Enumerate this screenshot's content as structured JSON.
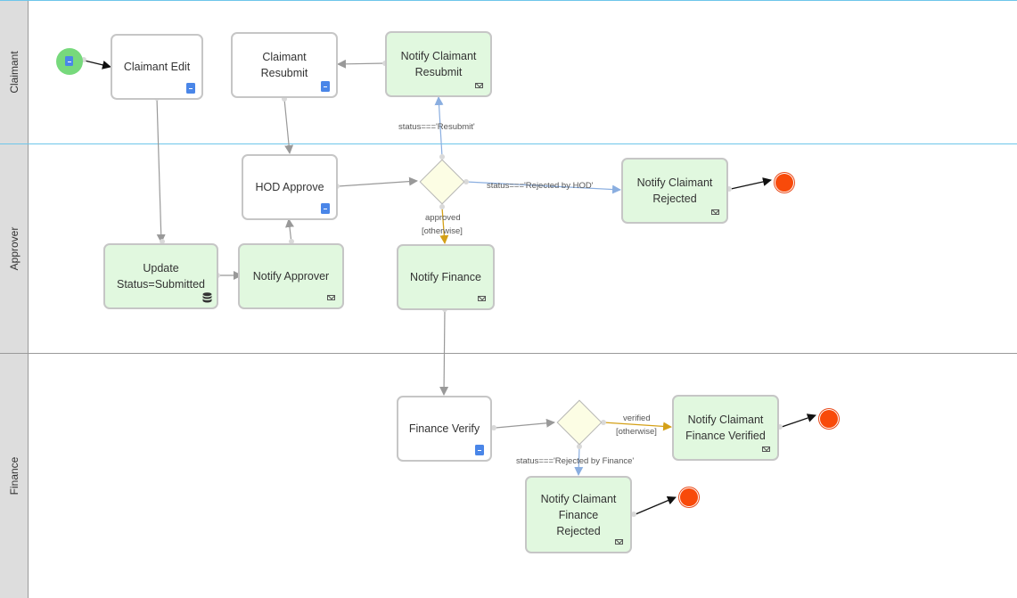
{
  "lanes": [
    {
      "label": "Claimant"
    },
    {
      "label": "Approver"
    },
    {
      "label": "Finance"
    }
  ],
  "nodes": {
    "claimant_edit": "Claimant Edit",
    "claimant_resubmit": "Claimant Resubmit",
    "notify_claimant_resubmit": "Notify Claimant Resubmit",
    "hod_approve": "HOD Approve",
    "notify_claimant_rejected": "Notify Claimant Rejected",
    "update_status": "Update Status=Submitted",
    "notify_approver": "Notify Approver",
    "notify_finance": "Notify Finance",
    "finance_verify": "Finance Verify",
    "notify_claimant_finance_verified": "Notify Claimant Finance Verified",
    "notify_claimant_finance_rejected": "Notify Claimant Finance Rejected"
  },
  "edge_labels": {
    "resubmit": "status==='Resubmit'",
    "rejected_hod": "status==='Rejected by HOD'",
    "approved": "approved",
    "approved_otherwise": "[otherwise]",
    "verified": "verified",
    "verified_otherwise": "[otherwise]",
    "rejected_finance": "status==='Rejected by Finance'"
  },
  "icons": {
    "user_task": "document-icon",
    "notify_task": "mail-icon",
    "script_task": "database-icon"
  },
  "colors": {
    "lane_header": "#dddddd",
    "lane_border_blue": "#6ec6ea",
    "task_fill": "#e1f8df",
    "start_event": "#77d97c",
    "end_event": "#f84a0a",
    "gateway_fill": "#fcfde4",
    "flow_gray": "#999999",
    "flow_blue": "#8aaee0",
    "flow_gold": "#d4a017"
  }
}
